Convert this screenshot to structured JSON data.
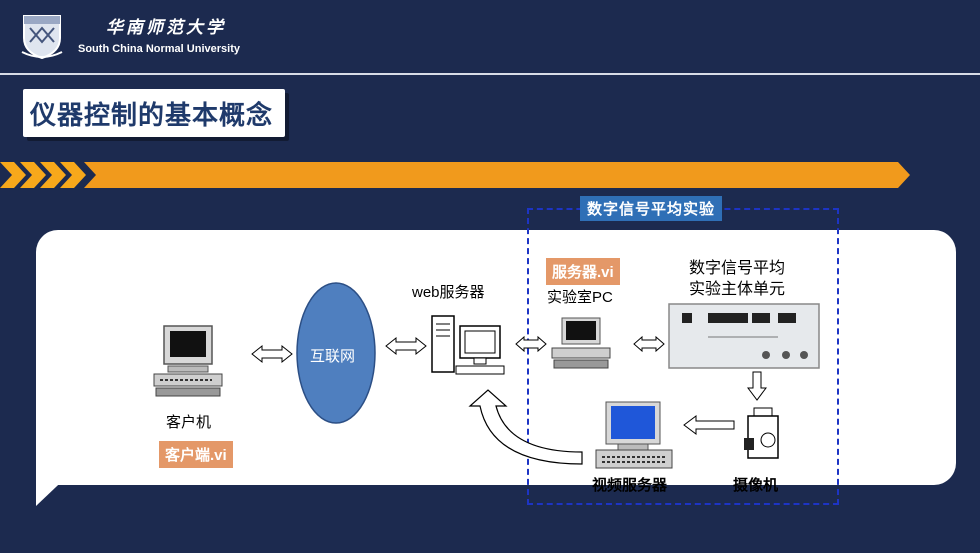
{
  "header": {
    "university_cn": "华南师范大学",
    "university_en": "South China Normal University"
  },
  "slide": {
    "title": "仪器控制的基本概念"
  },
  "diagram": {
    "box_label": "数字信号平均实验",
    "internet": "互联网",
    "client_label": "客户机",
    "client_tag": "客户端.vi",
    "web_server_label": "web服务器",
    "server_tag": "服务器.vi",
    "lab_pc_label": "实验室PC",
    "unit_label_line1": "数字信号平均",
    "unit_label_line2": "实验主体单元",
    "video_server_label": "视频服务器",
    "camera_label": "摄像机"
  },
  "colors": {
    "background": "#1c2a4f",
    "banner_orange": "#f19a1c",
    "banner_chevron": "#f7a81b",
    "tag_orange": "#e49868",
    "ellipse_blue": "#4f7fbf",
    "dashed_blue": "#1d34c4",
    "title_text": "#1f3a6b"
  }
}
